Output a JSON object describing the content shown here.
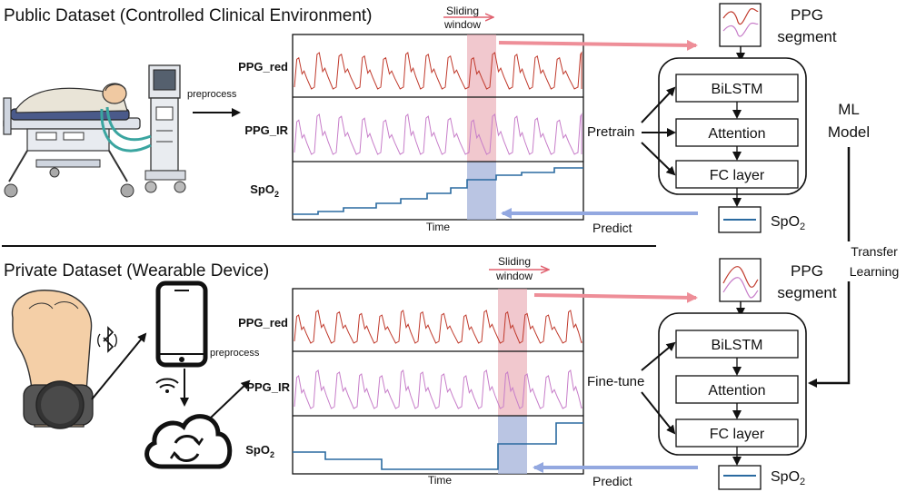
{
  "public": {
    "title": "Public Dataset (Controlled Clinical Environment)",
    "preprocess": "preprocess",
    "sliding": [
      "Sliding",
      "window"
    ],
    "signals": {
      "red": "PPG_red",
      "ir": "PPG_IR",
      "spo2": "SpO",
      "spo2_sub": "2"
    },
    "time": "Time",
    "ppg_segment": [
      "PPG",
      "segment"
    ],
    "action": "Pretrain",
    "predict": "Predict",
    "model": [
      "BiLSTM",
      "Attention",
      "FC layer"
    ],
    "output": "SpO",
    "output_sub": "2"
  },
  "private": {
    "title": "Private Dataset (Wearable Device)",
    "preprocess": "preprocess",
    "sliding": [
      "Sliding",
      "window"
    ],
    "signals": {
      "red": "PPG_red",
      "ir": "PPG_IR",
      "spo2": "SpO",
      "spo2_sub": "2"
    },
    "time": "Time",
    "ppg_segment": [
      "PPG",
      "segment"
    ],
    "action": "Fine-tune",
    "predict": "Predict",
    "model": [
      "BiLSTM",
      "Attention",
      "FC layer"
    ],
    "output": "SpO",
    "output_sub": "2"
  },
  "ml_model": [
    "ML",
    "Model"
  ],
  "transfer": [
    "Transfer",
    "Learning"
  ],
  "colors": {
    "red_signal": "#c0392b",
    "ir_signal": "#c77dc9",
    "spo2_line": "#2a6aa0",
    "window_red": "#e8a3ad",
    "window_blue": "#a9b7dc",
    "arrow_red": "#ee8e98",
    "arrow_blue": "#93a8e0"
  },
  "icons": [
    "hospital-bed-icon",
    "ventilator-icon",
    "wrist-watch-icon",
    "bluetooth-icon",
    "smartphone-icon",
    "wifi-icon",
    "cloud-sync-icon"
  ]
}
